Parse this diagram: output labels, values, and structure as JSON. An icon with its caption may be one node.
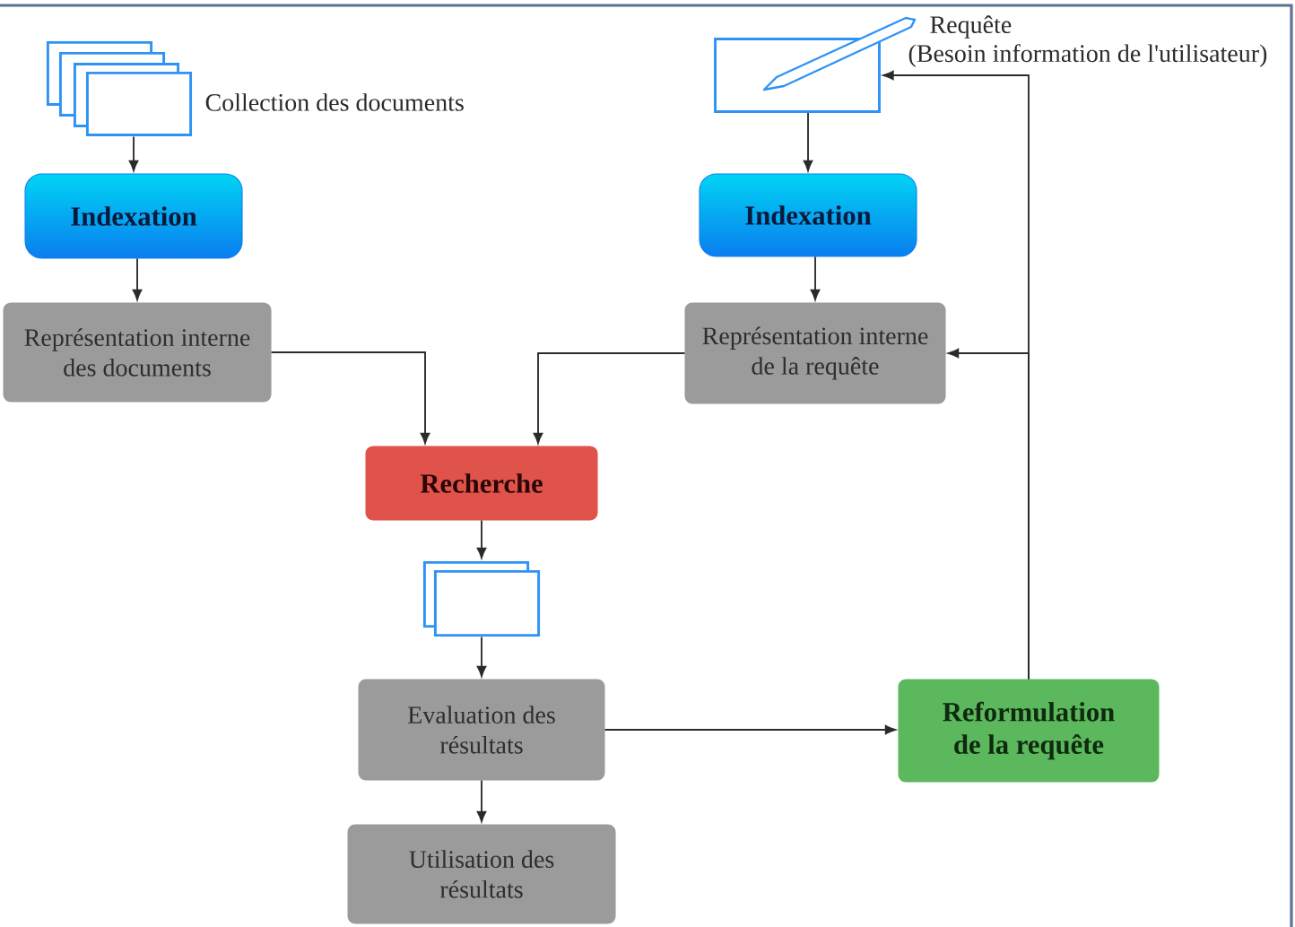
{
  "diagram": {
    "nodes": [
      {
        "text": [],
        "shape": "box",
        "beside": [
          "Collection des documents"
        ]
      },
      {
        "text": [
          "Indexation"
        ]
      },
      {
        "text": [
          "Représentation interne des documents"
        ]
      },
      {
        "text": [],
        "shape": "box",
        "beside": [
          "Requête",
          "(Besoin information de l'utilisateur)"
        ]
      },
      {
        "text": [
          "Indexation"
        ]
      },
      {
        "text": [
          "Représentation interne de la requête"
        ]
      },
      {
        "text": [
          "Recherche"
        ]
      },
      {
        "text": [],
        "shape": "box"
      },
      {
        "text": [
          "Evaluation des résultats"
        ]
      },
      {
        "text": [
          "Reformulation de la requête"
        ]
      },
      {
        "text": [
          "Utilisation des résultats"
        ]
      }
    ],
    "edges": [
      {
        "from": 0,
        "to": 1,
        "arrow": "to"
      },
      {
        "from": 1,
        "to": 2,
        "arrow": "to"
      },
      {
        "from": 3,
        "to": 4,
        "arrow": "to"
      },
      {
        "from": 4,
        "to": 5,
        "arrow": "to"
      },
      {
        "from": 2,
        "to": 6,
        "arrow": "to"
      },
      {
        "from": 5,
        "to": 6,
        "arrow": "to"
      },
      {
        "from": 6,
        "to": 7,
        "arrow": "to"
      },
      {
        "from": 7,
        "to": 8,
        "arrow": "to"
      },
      {
        "from": 8,
        "to": 9,
        "arrow": "to"
      },
      {
        "from": 8,
        "to": 10,
        "arrow": "to"
      },
      {
        "from": 9,
        "to": 3,
        "arrow": "to"
      },
      {
        "from": 9,
        "to": 5,
        "arrow": "to"
      }
    ]
  }
}
